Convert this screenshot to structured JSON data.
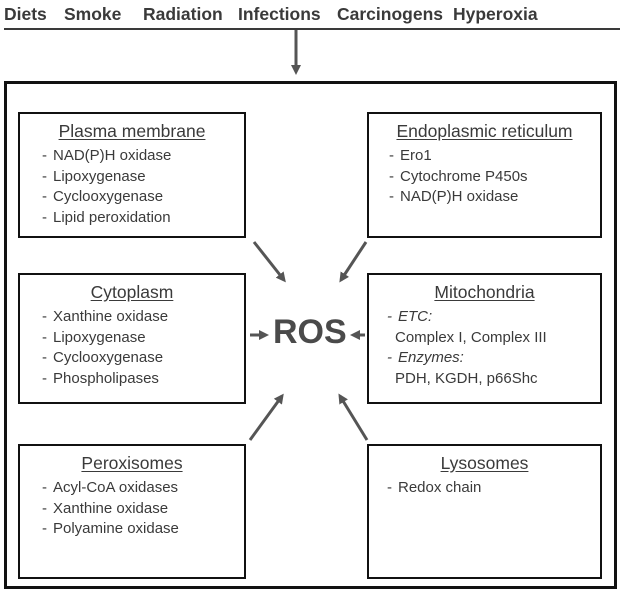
{
  "factors": [
    "Diets",
    "Smoke",
    "Radiation",
    "Infections",
    "Carcinogens",
    "Hyperoxia"
  ],
  "center_label": "ROS",
  "boxes": {
    "plasma_membrane": {
      "title": "Plasma membrane",
      "items": [
        "NAD(P)H oxidase",
        "Lipoxygenase",
        "Cyclooxygenase",
        "Lipid peroxidation"
      ]
    },
    "endoplasmic_reticulum": {
      "title": "Endoplasmic reticulum",
      "items": [
        "Ero1",
        "Cytochrome P450s",
        "NAD(P)H oxidase"
      ]
    },
    "cytoplasm": {
      "title": "Cytoplasm",
      "items": [
        "Xanthine oxidase",
        "Lipoxygenase",
        "Cyclooxygenase",
        "Phospholipases"
      ]
    },
    "mitochondria": {
      "title": "Mitochondria",
      "etc_label": "ETC:",
      "etc_items": "Complex I, Complex III",
      "enzymes_label": "Enzymes:",
      "enzymes_items": "PDH, KGDH, p66Shc"
    },
    "peroxisomes": {
      "title": "Peroxisomes",
      "items": [
        "Acyl-CoA oxidases",
        "Xanthine oxidase",
        "Polyamine oxidase"
      ]
    },
    "lysosomes": {
      "title": "Lysosomes",
      "items": [
        "Redox chain"
      ]
    }
  },
  "colors": {
    "arrow": "#555555",
    "border": "#111111",
    "text": "#3a3a3a"
  }
}
